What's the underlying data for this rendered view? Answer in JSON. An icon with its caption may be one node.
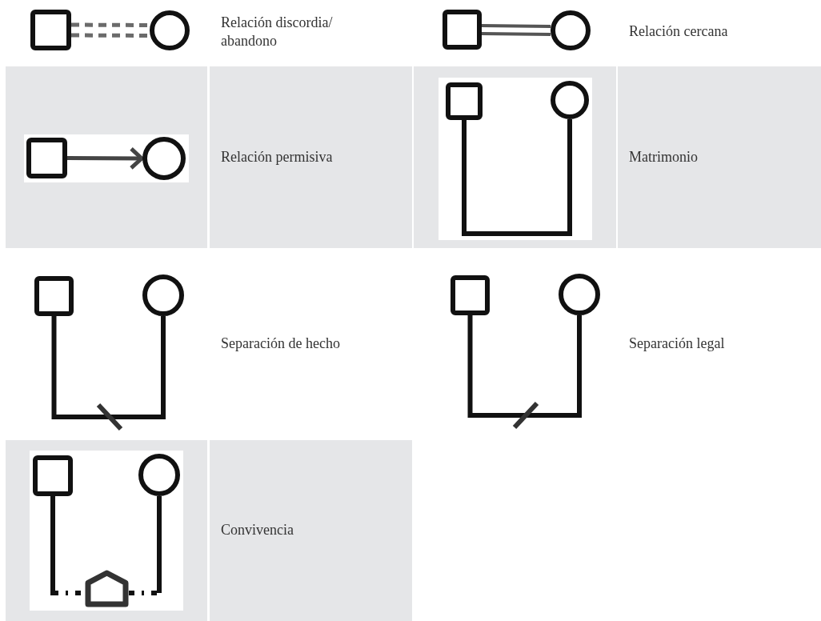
{
  "diagram": {
    "nodes": [
      {
        "text": [],
        "shape": "box"
      },
      {
        "text": [],
        "shape": "circle"
      },
      {
        "text": [],
        "shape": "box"
      },
      {
        "text": [],
        "shape": "circle"
      },
      {
        "text": [],
        "shape": "box"
      },
      {
        "text": [],
        "shape": "circle"
      },
      {
        "text": [],
        "shape": "box"
      },
      {
        "text": [],
        "shape": "circle"
      },
      {
        "text": [],
        "shape": "box"
      },
      {
        "text": [],
        "shape": "circle"
      },
      {
        "text": [],
        "shape": "box"
      },
      {
        "text": [],
        "shape": "circle"
      },
      {
        "text": [],
        "shape": "box"
      },
      {
        "text": [],
        "shape": "house"
      },
      {
        "text": [],
        "shape": "circle"
      }
    ],
    "edges": [
      {
        "from": 0,
        "to": 1,
        "arrow": "none",
        "style": "dashed",
        "color": "#6b6b6b"
      },
      {
        "from": 2,
        "to": 3,
        "arrow": "none",
        "color": "#555555"
      },
      {
        "from": 4,
        "to": 5,
        "arrow": "to",
        "color": "#444444"
      },
      {
        "from": 6,
        "to": 7,
        "arrow": "none"
      },
      {
        "from": 8,
        "to": 9,
        "arrow": "none"
      },
      {
        "from": 10,
        "to": 11,
        "arrow": "none"
      },
      {
        "from": 12,
        "to": 13,
        "arrow": "none",
        "style": "dashed"
      },
      {
        "from": 13,
        "to": 14,
        "arrow": "none",
        "style": "dashed"
      }
    ],
    "labels": [
      "Relación discordia/ abandono",
      "Relación cercana",
      "Relación permisiva",
      "Matrimonio",
      "Separación de hecho",
      "Separación legal",
      "Convivencia"
    ]
  }
}
